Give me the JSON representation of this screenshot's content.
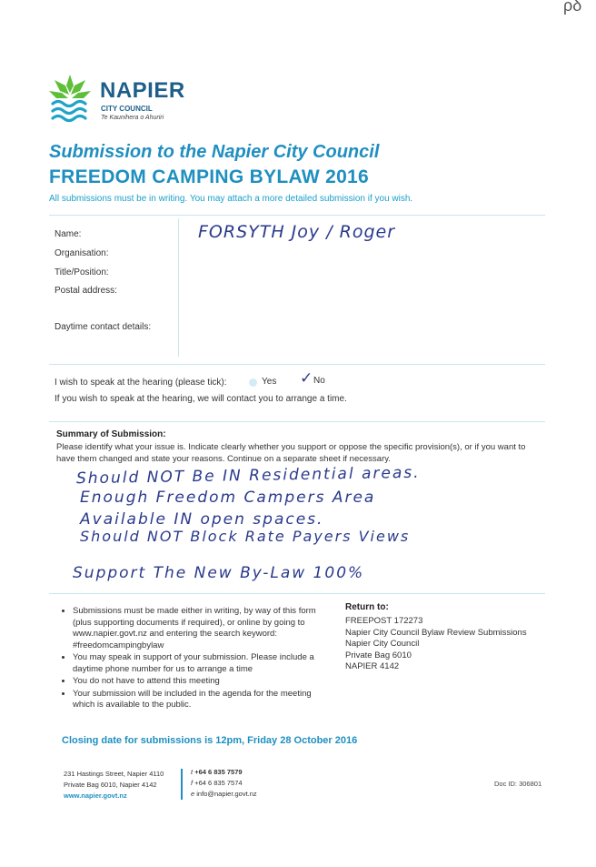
{
  "corner_mark": "ρδ",
  "logo": {
    "name": "NAPIER",
    "sub": "CITY COUNCIL",
    "tagline": "Te Kaunihera o Ahuriri"
  },
  "title_line1": "Submission to the Napier City Council",
  "title_line2": "FREEDOM CAMPING BYLAW 2016",
  "intro": "All submissions must be in writing. You may attach a more detailed submission if you wish.",
  "fields": {
    "name_label": "Name:",
    "name_value": "FORSYTH Joy / Roger",
    "organisation_label": "Organisation:",
    "title_label": "Title/Position:",
    "postal_label": "Postal address:",
    "daytime_label": "Daytime contact details:"
  },
  "hearing": {
    "question": "I wish to speak at the hearing (please tick):",
    "yes": "Yes",
    "no": "No",
    "tick": "✓",
    "note": "If you wish to speak at the hearing, we will contact you to arrange a time."
  },
  "summary": {
    "heading": "Summary of Submission:",
    "instructions": "Please identify what your issue is. Indicate clearly whether you support or oppose the specific provision(s), or if you want to have them changed and state your reasons. Continue on a separate sheet if necessary.",
    "handwritten": [
      "Should NOT Be IN Residential areas.",
      "Enough Freedom Campers Area",
      "Available IN open spaces.",
      "Should NOT Block Rate Payers Views",
      "Support The New By-Law 100%"
    ]
  },
  "bullets": [
    "Submissions must be made either in writing, by way of this form (plus supporting documents if required), or online by going to www.napier.govt.nz and entering the search keyword: #freedomcampingbylaw",
    "You may speak in support of your submission. Please include a daytime phone number for us to arrange a time",
    "You do not have to attend this meeting",
    "Your submission will be included in the agenda for the meeting which is available to the public."
  ],
  "return_to": {
    "heading": "Return to:",
    "lines": [
      "FREEPOST 172273",
      "Napier City Council Bylaw Review Submissions",
      "Napier City Council",
      "Private Bag 6010",
      "NAPIER 4142"
    ]
  },
  "closing": "Closing date for submissions is 12pm, Friday 28 October 2016",
  "footer": {
    "address1": "231 Hastings Street, Napier 4110",
    "address2": "Private Bag 6010, Napier 4142",
    "web": "www.napier.govt.nz",
    "phone_prefix": "t",
    "phone": "+64 6 835 7579",
    "fax_prefix": "f",
    "fax": "+64 6 835 7574",
    "email_prefix": "e",
    "email": "info@napier.govt.nz",
    "doc_id": "Doc ID: 306801"
  },
  "colors": {
    "brand_blue": "#1f8fc0",
    "brand_green": "#5fbf3a",
    "handwriting": "#2a3a8c"
  }
}
